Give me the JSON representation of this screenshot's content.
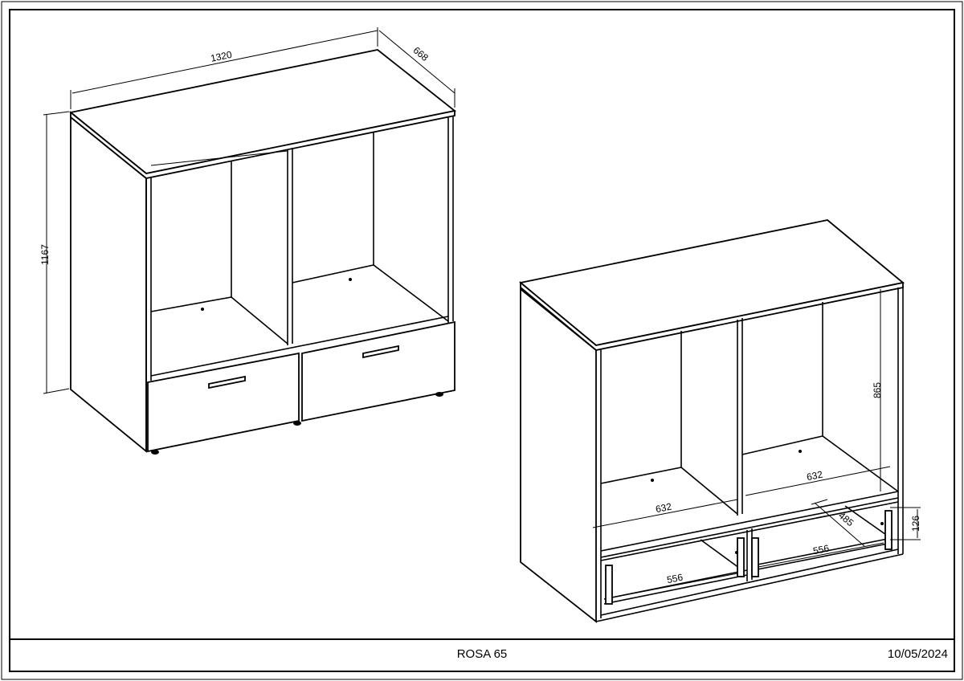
{
  "footer": {
    "title": "ROSA 65",
    "date": "10/05/2024"
  },
  "left_view": {
    "dimensions": {
      "width": "1320",
      "depth": "668",
      "height": "1167"
    }
  },
  "right_view": {
    "dimensions": {
      "inner_height": "865",
      "shelf_width_left": "632",
      "shelf_width_right": "632",
      "drawer_depth": "485",
      "drawer_height": "126",
      "drawer_width_left": "556",
      "drawer_width_right": "556"
    }
  }
}
